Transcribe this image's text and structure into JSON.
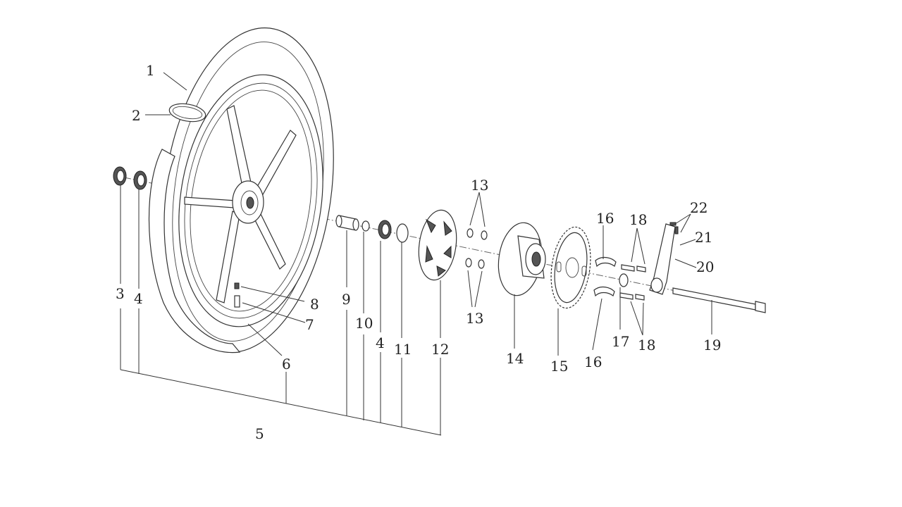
{
  "labels": {
    "l1": "1",
    "l2": "2",
    "l3": "3",
    "l4a": "4",
    "l4b": "4",
    "l5": "5",
    "l6": "6",
    "l7": "7",
    "l8": "8",
    "l9": "9",
    "l10": "10",
    "l11": "11",
    "l12": "12",
    "l13a": "13",
    "l13b": "13",
    "l14": "14",
    "l15": "15",
    "l16a": "16",
    "l16b": "16",
    "l17": "17",
    "l18a": "18",
    "l18b": "18",
    "l19": "19",
    "l20": "20",
    "l21": "21",
    "l22": "22"
  }
}
